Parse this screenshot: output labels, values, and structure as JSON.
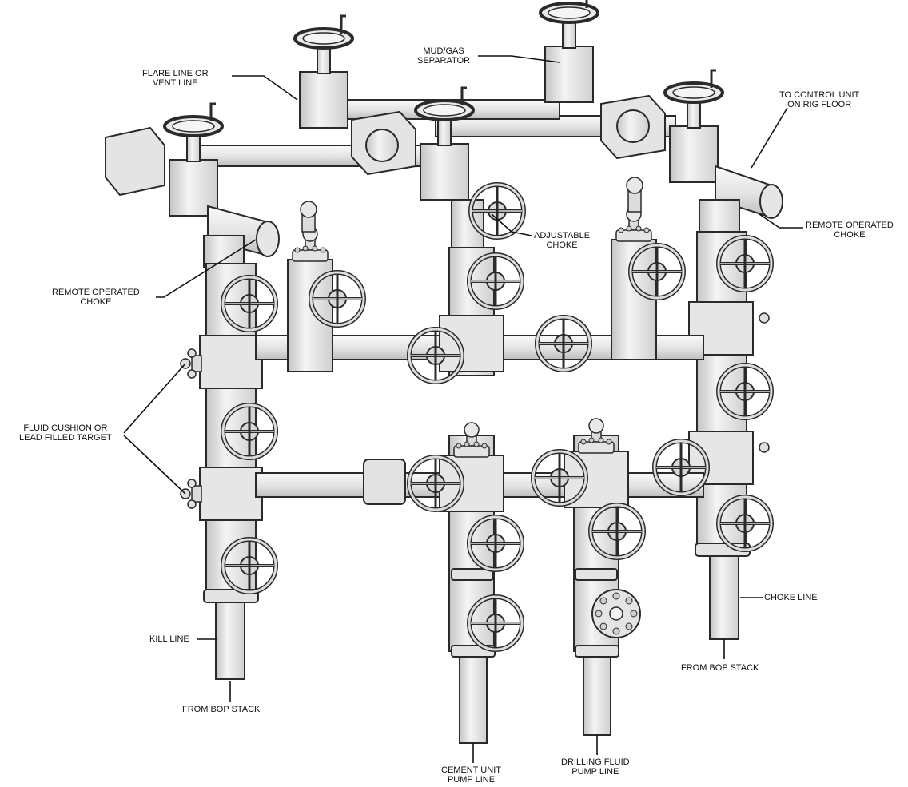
{
  "labels": {
    "flare_line": [
      "FLARE LINE OR",
      "VENT LINE"
    ],
    "mud_gas_separator": [
      "MUD/GAS",
      "SEPARATOR"
    ],
    "control_unit": [
      "TO CONTROL UNIT",
      "ON RIG FLOOR"
    ],
    "remote_choke_right": [
      "REMOTE OPERATED",
      "CHOKE"
    ],
    "adjustable_choke": [
      "ADJUSTABLE",
      "CHOKE"
    ],
    "remote_choke_left": [
      "REMOTE OPERATED",
      "CHOKE"
    ],
    "fluid_cushion": [
      "FLUID CUSHION OR",
      "LEAD FILLED TARGET"
    ],
    "kill_line": "KILL LINE",
    "from_bop_left": "FROM BOP STACK",
    "choke_line": "CHOKE LINE",
    "from_bop_right": "FROM BOP STACK",
    "cement_unit": [
      "CEMENT UNIT",
      "PUMP LINE"
    ],
    "drilling_fluid": [
      "DRILLING FLUID",
      "PUMP LINE"
    ]
  },
  "colors": {
    "outline": "#2a2a2a",
    "body_fill": "#e6e6e6",
    "shade_fill": "#c9c9c9",
    "highlight_fill": "#f6f6f6"
  }
}
